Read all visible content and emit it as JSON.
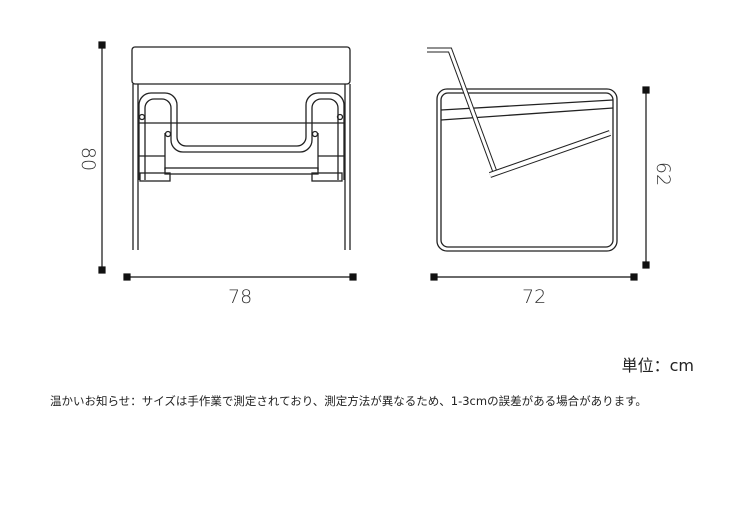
{
  "front_view": {
    "width_label": "78",
    "height_label": "80"
  },
  "side_view": {
    "depth_label": "72",
    "height_label": "62"
  },
  "unit_label": "単位：cm",
  "notice": "温かいお知らせ：サイズは手作業で測定されており、測定方法が異なるため、1-3cmの誤差がある場合があります。"
}
